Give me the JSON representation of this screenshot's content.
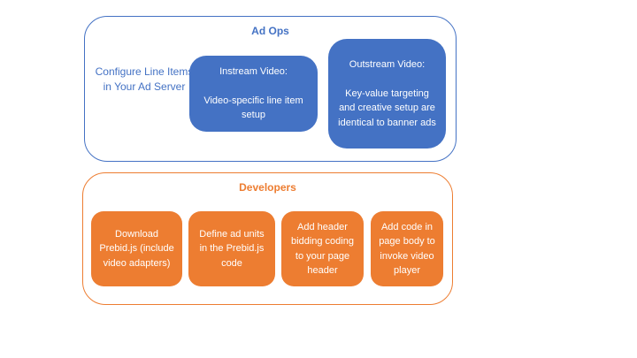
{
  "colors": {
    "blue": "#4472C4",
    "orange": "#ED7D31",
    "box_text": "#FFFFFF",
    "background": "#FFFFFF"
  },
  "ad_ops": {
    "title": "Ad Ops",
    "side_note": "Configure Line Items in Your Ad Server",
    "boxes": [
      {
        "heading": "Instream Video:",
        "body": "Video-specific line item setup"
      },
      {
        "heading": "Outstream Video:",
        "body": "Key-value targeting and creative setup are identical to banner ads"
      }
    ]
  },
  "developers": {
    "title": "Developers",
    "boxes": [
      {
        "label": "Download Prebid.js (include video adapters)"
      },
      {
        "label": "Define ad units in the Prebid.js code"
      },
      {
        "label": "Add header bidding coding to your page header"
      },
      {
        "label": "Add code in page body to invoke video player"
      }
    ]
  }
}
